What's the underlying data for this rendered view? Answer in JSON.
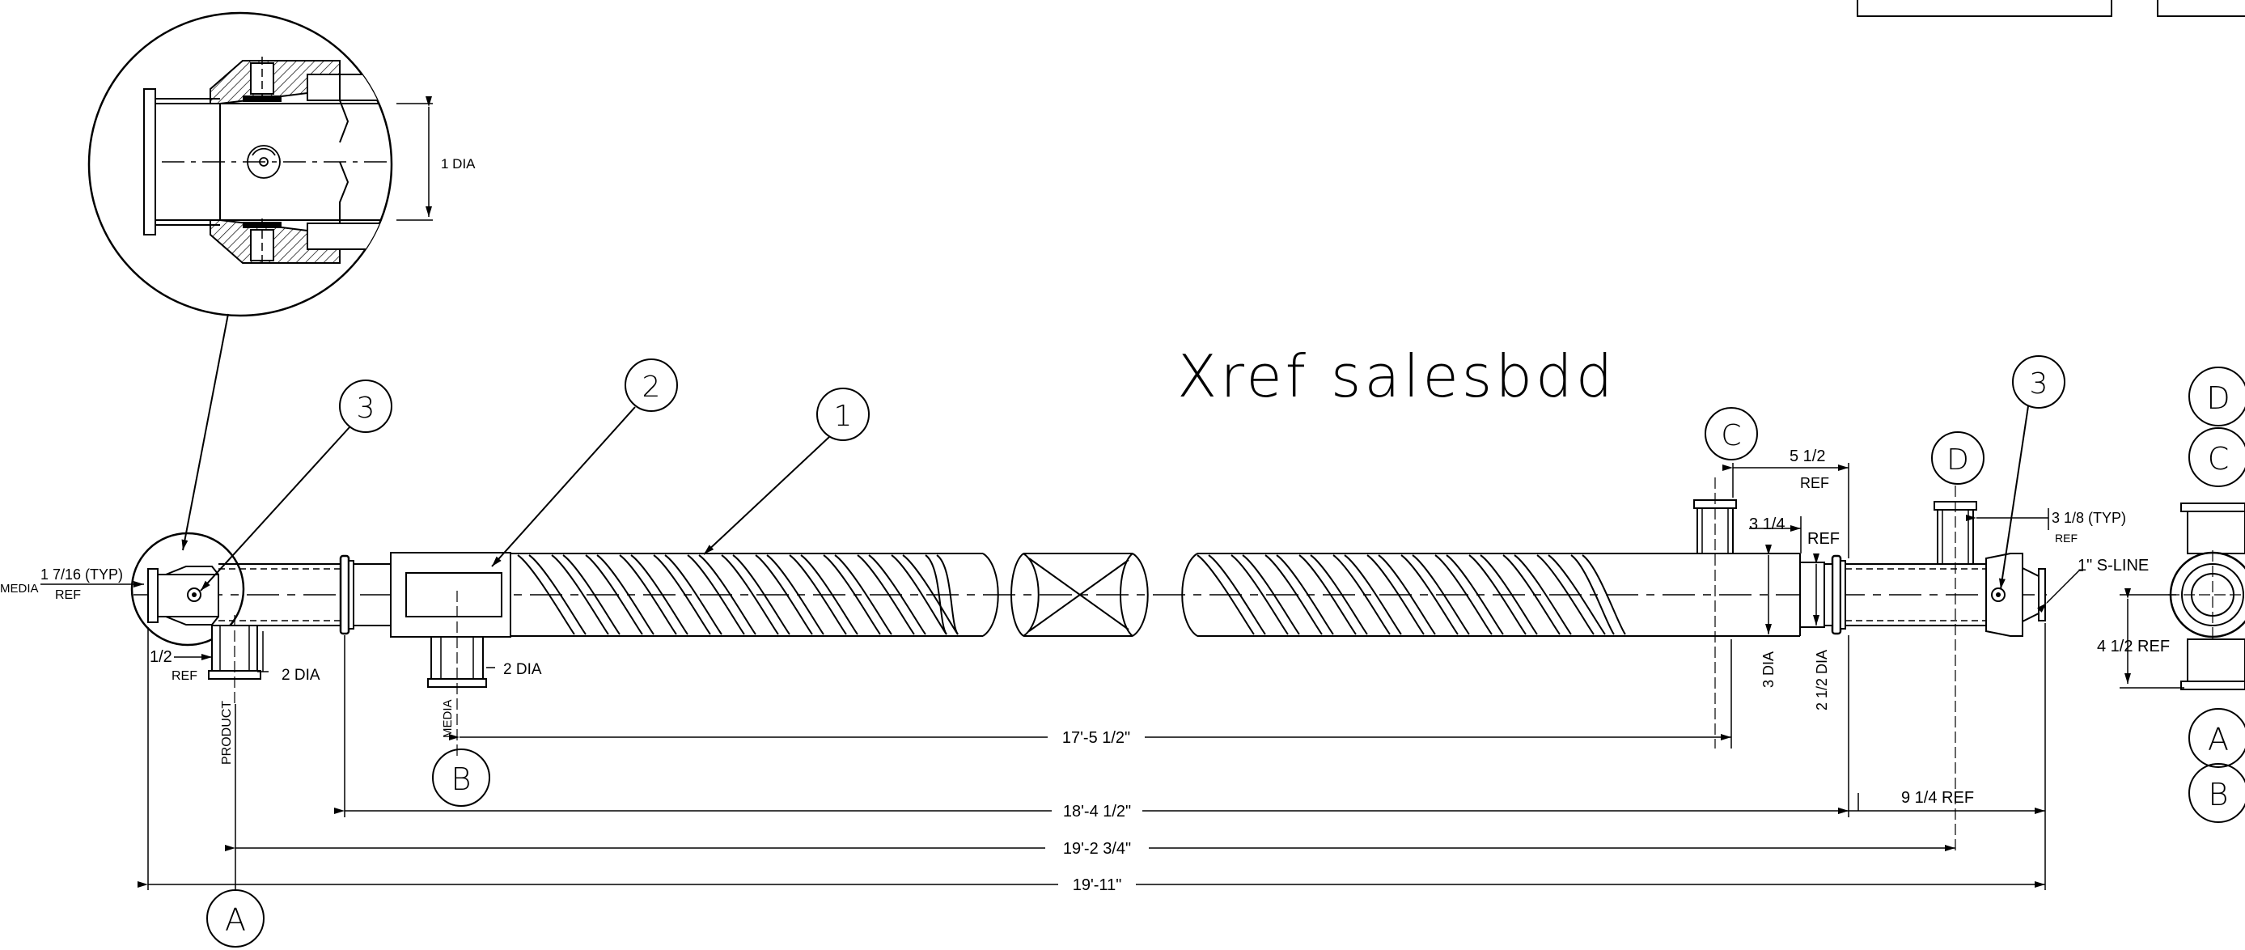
{
  "title_text": "Xref  salesbdd",
  "balloons": {
    "item_1": "1",
    "item_2": "2",
    "item_3_left": "3",
    "item_3_right": "3",
    "conn_a_bottom": "A",
    "conn_b_bottom": "B",
    "conn_c_top": "C",
    "conn_d_top": "D",
    "end_view_d": "D",
    "end_view_c": "C",
    "end_view_a": "A",
    "end_view_b": "B"
  },
  "dims": {
    "d_17_5_1_2": "17'-5 1/2\"",
    "d_18_4_1_2": "18'-4 1/2\"",
    "d_19_2_3_4": "19'-2 3/4\"",
    "d_19_11": "19'-11\"",
    "d_9_1_4_ref": "9 1/4 REF",
    "d_5_1_2": "5 1/2",
    "d_5_1_2_ref": "REF",
    "d_3_1_4": "3 1/4",
    "d_3_1_4_ref": "REF",
    "d_3_1_8": "3 1/8 (TYP)",
    "d_3_1_8_ref": "REF",
    "d_1_s_line": "1\" S-LINE",
    "d_4_1_2_ref": "4 1/2 REF",
    "d_3_dia": "3 DIA",
    "d_2_1_2_dia": "2 1/2 DIA",
    "d_2_dia_left": "2 DIA",
    "d_2_dia_mid": "2 DIA",
    "d_1_7_16": "1 7/16 (TYP)",
    "d_1_7_16_ref": "REF",
    "d_1_2": "1/2",
    "d_1_2_ref": "REF",
    "d_1_dia": "1 DIA",
    "lbl_media_left": "MEDIA",
    "lbl_product": "PRODUCT",
    "lbl_media_b": "MEDIA"
  }
}
